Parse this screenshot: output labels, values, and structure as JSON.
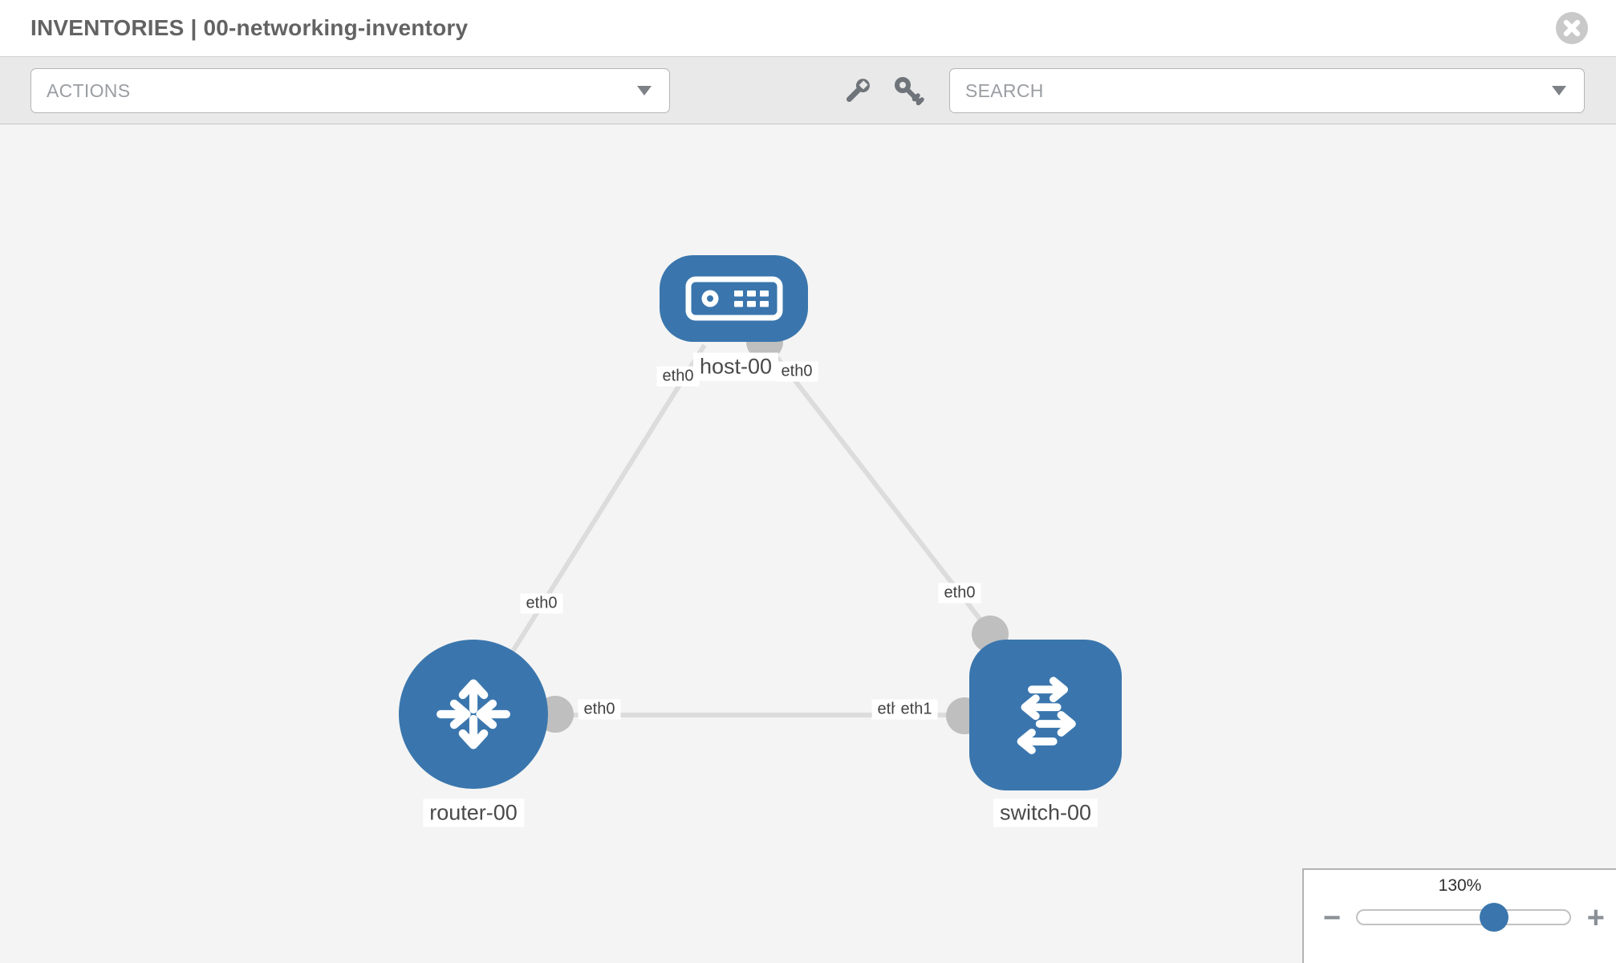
{
  "header": {
    "title": "INVENTORIES | 00-networking-inventory"
  },
  "toolbar": {
    "actions_label": "ACTIONS",
    "search_label": "SEARCH",
    "icons": [
      "wrench-icon",
      "key-icon"
    ]
  },
  "topology": {
    "nodes": [
      {
        "id": "host-00",
        "type": "host",
        "label": "host-00"
      },
      {
        "id": "router-00",
        "type": "router",
        "label": "router-00"
      },
      {
        "id": "switch-00",
        "type": "switch",
        "label": "switch-00"
      }
    ],
    "links": [
      {
        "from": "host-00",
        "from_if": "eth0",
        "to": "router-00",
        "to_if": "eth0"
      },
      {
        "from": "host-00",
        "from_if": "eth0",
        "to": "switch-00",
        "to_if": "eth0"
      },
      {
        "from": "router-00",
        "from_if": "eth0",
        "to": "switch-00",
        "to_if": "eth1"
      }
    ],
    "overlap_labels": [
      "eth0",
      "eth1"
    ]
  },
  "zoom_control": {
    "level": "130%",
    "minus_label": "−",
    "plus_label": "+"
  },
  "colors": {
    "node_blue": "#3a76ad",
    "edge_gray": "#dcdcdc",
    "port_gray": "#bfbfbf",
    "toolbar_gray": "#e9e9e9",
    "canvas_gray": "#f4f4f4"
  }
}
